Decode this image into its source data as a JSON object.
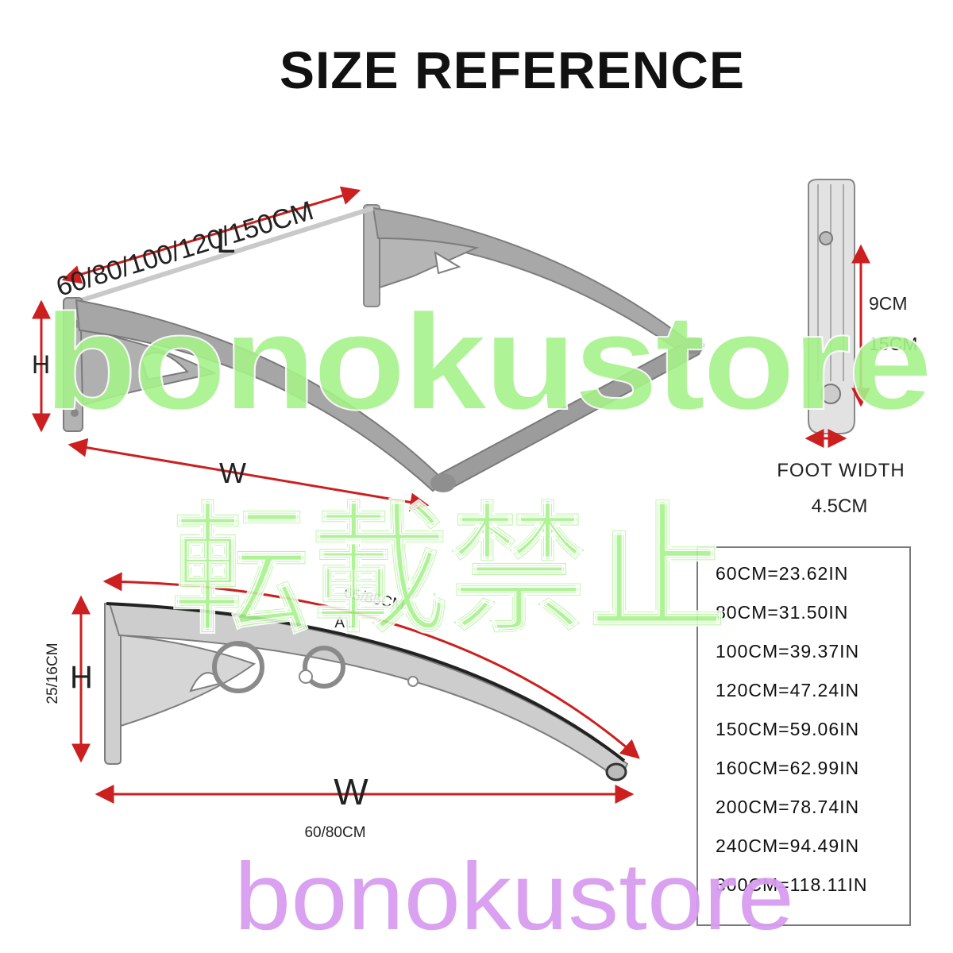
{
  "title": "SIZE REFERENCE",
  "diagram_top": {
    "length_label": "60/80/100/120/150CM",
    "length_symbol": "L",
    "height_symbol": "H",
    "width_symbol": "W"
  },
  "foot_detail": {
    "dim_9": "9CM",
    "dim_15": "15CM",
    "foot_width_label": "FOOT WIDTH",
    "foot_width_value": "4.5CM"
  },
  "diagram_bottom": {
    "arc_length": "65/85CM",
    "material": "AL",
    "height_values": "25/16CM",
    "height_symbol": "H",
    "width_symbol": "W",
    "width_values": "60/80CM"
  },
  "conversion_table": [
    "60CM=23.62IN",
    "80CM=31.50IN",
    "100CM=39.37IN",
    "120CM=47.24IN",
    "150CM=59.06IN",
    "160CM=62.99IN",
    "200CM=78.74IN",
    "240CM=94.49IN",
    "300CM=118.11IN"
  ],
  "watermarks": {
    "green_text": "bonokustore",
    "green_kanji": "転載禁止",
    "purple_text": "bonokustore"
  },
  "colors": {
    "arrow": "#cc1f1f",
    "frame_gray": "#9d9d9d",
    "watermark_green": "#a6f28a",
    "watermark_purple": "#d89cf0"
  }
}
